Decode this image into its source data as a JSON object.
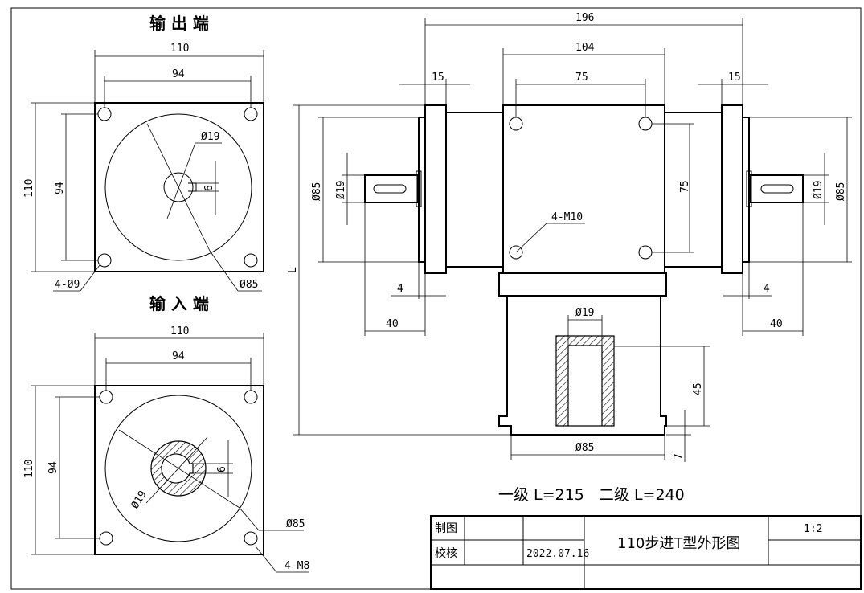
{
  "views": {
    "output_title": "输 出 端",
    "input_title": "输 入 端",
    "output": {
      "outer": "110",
      "bolt": "94",
      "outer_v": "110",
      "bolt_v": "94",
      "shaft": "Ø19",
      "key": "6",
      "holes": "4-Ø9",
      "flange": "Ø85"
    },
    "input": {
      "outer": "110",
      "bolt": "94",
      "outer_v": "110",
      "bolt_v": "94",
      "shaft": "Ø19",
      "key": "6",
      "flange": "Ø85",
      "holes": "4-M8"
    },
    "side": {
      "total": "196",
      "body": "104",
      "bolt": "75",
      "flange_l": "15",
      "flange_r": "15",
      "dia85_l": "Ø85",
      "dia19_l": "Ø19",
      "bolt_v": "75",
      "dia19_r": "Ø19",
      "dia85_r": "Ø85",
      "length": "L",
      "holes": "4-M10",
      "gap_l": "4",
      "gap_r": "4",
      "shaft_l": "40",
      "shaft_r": "40",
      "bore": "Ø19",
      "depth": "45",
      "base_dia": "Ø85",
      "base_h": "7"
    }
  },
  "note": "一级 L=215   二级 L=240",
  "title_block": {
    "drawn_label": "制图",
    "check_label": "校核",
    "date": "2022.07.16",
    "drawing_title": "110步进T型外形图",
    "scale": "1:2"
  }
}
